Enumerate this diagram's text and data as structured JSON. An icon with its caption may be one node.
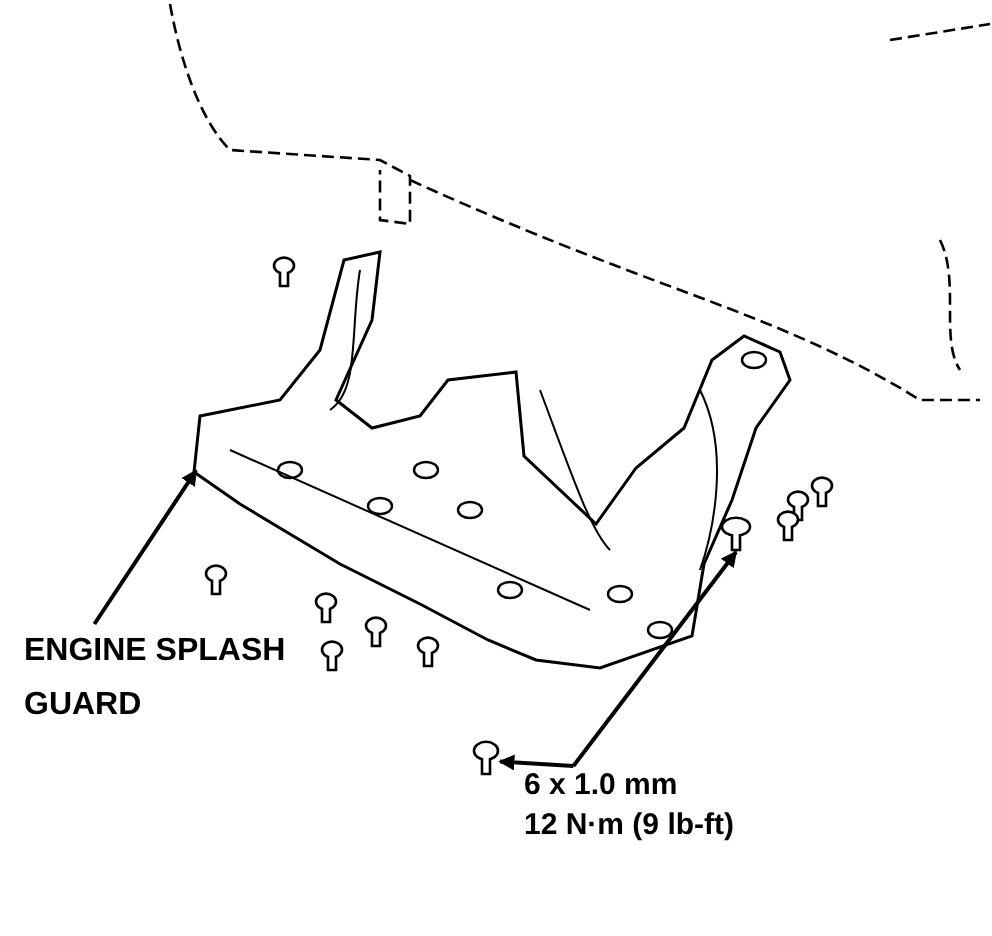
{
  "diagram": {
    "nodes": [
      {
        "text": [
          "ENGINE SPLASH GUARD"
        ]
      },
      {
        "text": [],
        "shape": "picture"
      },
      {
        "text": [
          "6 x 1.0 mm",
          "12 N·m (9 lb-ft)"
        ]
      },
      {
        "text": [],
        "shape": "bolt"
      },
      {
        "text": [],
        "shape": "bolt"
      }
    ],
    "edges": [
      {
        "from": 0,
        "to": 1,
        "arrow": "to"
      },
      {
        "from": 2,
        "to": 3,
        "arrow": "to"
      },
      {
        "from": 2,
        "to": 4,
        "arrow": "to"
      }
    ]
  }
}
